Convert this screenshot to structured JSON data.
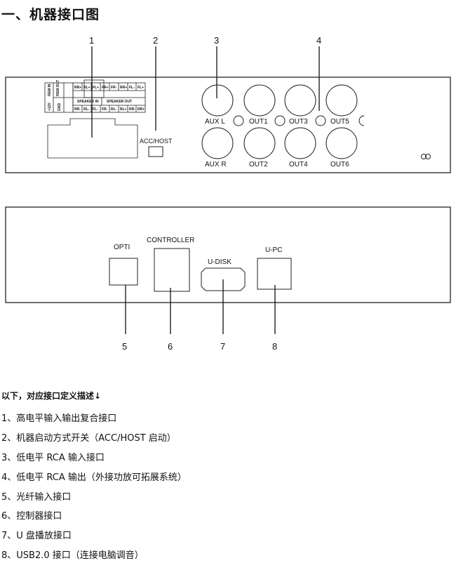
{
  "title": "一、机器接口图",
  "callouts": [
    "1",
    "2",
    "3",
    "4",
    "5",
    "6",
    "7",
    "8"
  ],
  "panel1": {
    "acc_host_label": "ACC/HOST",
    "rca_labels": [
      "AUX L",
      "OUT1",
      "OUT3",
      "OUT5",
      "AUX R",
      "OUT2",
      "OUT4",
      "OUT6"
    ],
    "connector_top_left": [
      "+12V",
      "REM IN",
      "REM OUT"
    ],
    "connector_bottom_left": [
      "GND"
    ],
    "connector_top_pins": [
      "RR+",
      "RL+",
      "FL+",
      "FR+",
      "FR-",
      "RR+",
      "FL-",
      "FL+"
    ],
    "connector_bottom_pins": [
      "RR-",
      "RL-",
      "FL-",
      "FR-",
      "RL-",
      "RL+",
      "RR-",
      "RR+"
    ],
    "speaker_in_label": "SPEAKER IN",
    "speaker_out_label": "SPEAKER OUT"
  },
  "panel2": {
    "opti_label": "OPTI",
    "controller_label": "CONTROLLER",
    "udisk_label": "U-DISK",
    "upc_label": "U-PC"
  },
  "definitions": {
    "heading": "以下，对应接口定义描述↓",
    "items": [
      "1、高电平输入输出复合接口",
      "2、机器启动方式开关（ACC/HOST 启动）",
      "3、低电平 RCA 输入接口",
      "4、低电平 RCA 输出（外接功放可拓展系统）",
      "5、光纤输入接口",
      "6、控制器接口",
      "7、U 盘播放接口",
      "8、USB2.0 接口（连接电脑调音）"
    ]
  }
}
